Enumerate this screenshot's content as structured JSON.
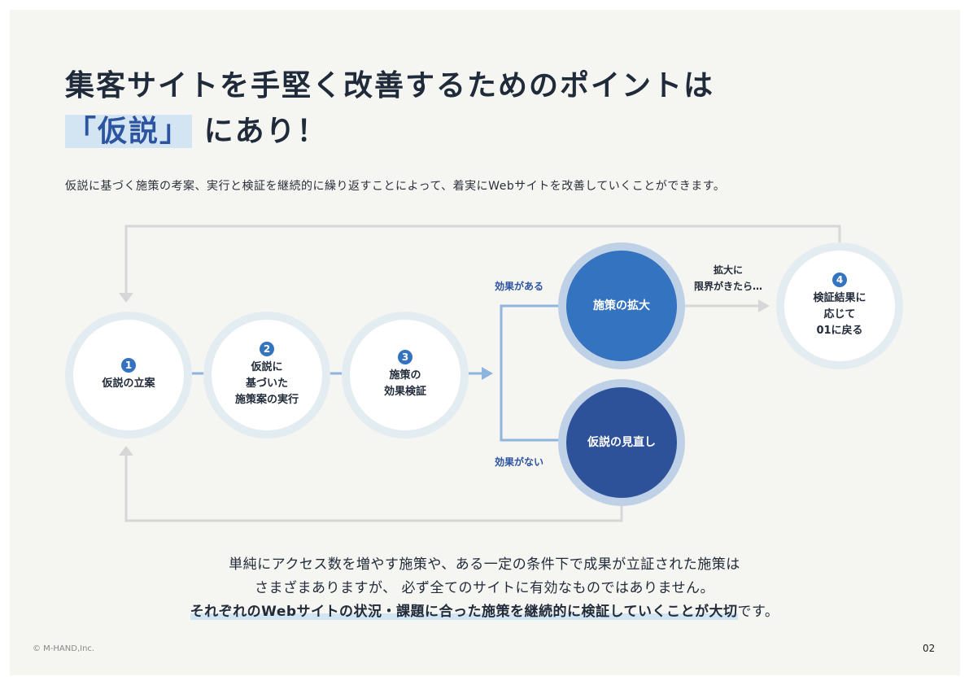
{
  "title": {
    "line1": "集客サイトを手堅く改善するためのポイントは",
    "highlight": "「仮説」",
    "line2_rest": "にあり！"
  },
  "subtitle": "仮説に基づく施策の考案、実行と検証を継続的に繰り返すことによって、着実にWebサイトを改善していくことができます。",
  "steps": [
    {
      "num": "1",
      "label": "仮説の立案"
    },
    {
      "num": "2",
      "label": "仮説に\n基づいた\n施策案の実行"
    },
    {
      "num": "3",
      "label": "施策の\n効果検証"
    },
    {
      "num": "4",
      "label": "検証結果に\n応じて\n01に戻る"
    }
  ],
  "branches": {
    "positive_label": "効果がある",
    "positive_action": "施策の拡大",
    "negative_label": "効果がない",
    "negative_action": "仮説の見直し",
    "limit_note": "拡大に\n限界がきたら…"
  },
  "bottom": {
    "line1": "単純にアクセス数を増やす施策や、ある一定の条件下で成果が立証された施策は",
    "line2": "さまざまありますが、 必ず全てのサイトに有効なものではありません。",
    "line3_bold": "それぞれのWebサイトの状況・課題に合った施策を継続的に検証していくことが大切",
    "line3_rest": "です。"
  },
  "footer": {
    "copyright": "© M-HAND,Inc.",
    "page": "02"
  },
  "colors": {
    "accent": "#3473bf",
    "dark": "#2e5299",
    "ring": "#e3ecf1"
  }
}
